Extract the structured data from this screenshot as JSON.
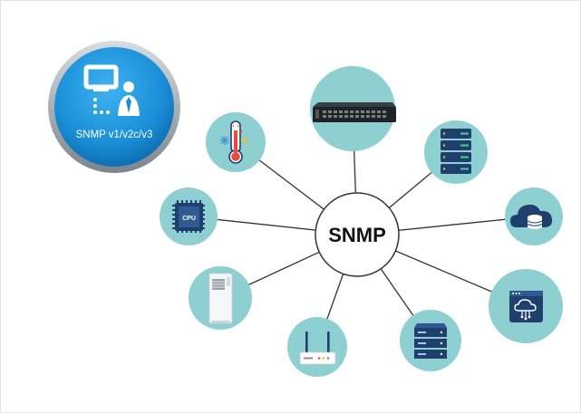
{
  "badge": {
    "label": "SNMP v1/v2c/v3",
    "icon": "computer-user-icon"
  },
  "hub": {
    "label": "SNMP"
  },
  "colors": {
    "node_fill": "#8ecfd1",
    "hub_stroke": "#333333",
    "line": "#333333",
    "badge_blue": "#1a8fd8",
    "badge_ring": "#9aa3ab",
    "icon_navy": "#1f3f6e"
  },
  "devices": [
    {
      "name": "network-switch",
      "icon": "network-switch-icon"
    },
    {
      "name": "storage-server",
      "icon": "storage-server-icon"
    },
    {
      "name": "cloud-database",
      "icon": "cloud-database-icon"
    },
    {
      "name": "cloud-web-app",
      "icon": "cloud-browser-icon"
    },
    {
      "name": "rack-server",
      "icon": "rack-server-icon"
    },
    {
      "name": "wifi-router",
      "icon": "wifi-router-icon"
    },
    {
      "name": "air-conditioner",
      "icon": "air-conditioner-icon"
    },
    {
      "name": "cpu",
      "icon": "cpu-chip-icon",
      "label": "CPU"
    },
    {
      "name": "thermometer",
      "icon": "thermometer-icon"
    }
  ]
}
